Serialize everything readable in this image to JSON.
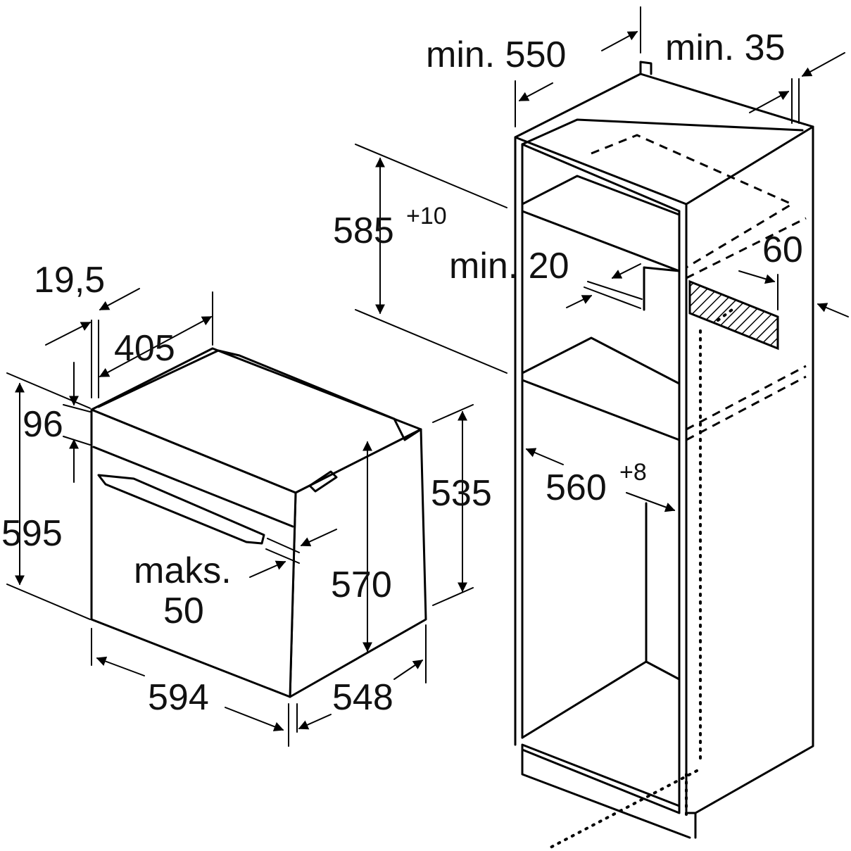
{
  "diagram": {
    "oven_dimensions": {
      "front_gap": "19,5",
      "depth_top": "405",
      "panel_height": "96",
      "total_height": "595",
      "body_height_right": "535",
      "body_height_inner": "570",
      "front_tolerance_label": "maks.",
      "front_tolerance_value": "50",
      "width": "594",
      "depth": "548"
    },
    "cabinet_dimensions": {
      "min_depth": "min. 550",
      "min_back_gap": "min. 35",
      "niche_height": "585",
      "niche_height_tolerance": "+10",
      "min_shelf_gap": "min. 20",
      "vent_depth": "60",
      "niche_width": "560",
      "niche_width_tolerance": "+8"
    }
  }
}
